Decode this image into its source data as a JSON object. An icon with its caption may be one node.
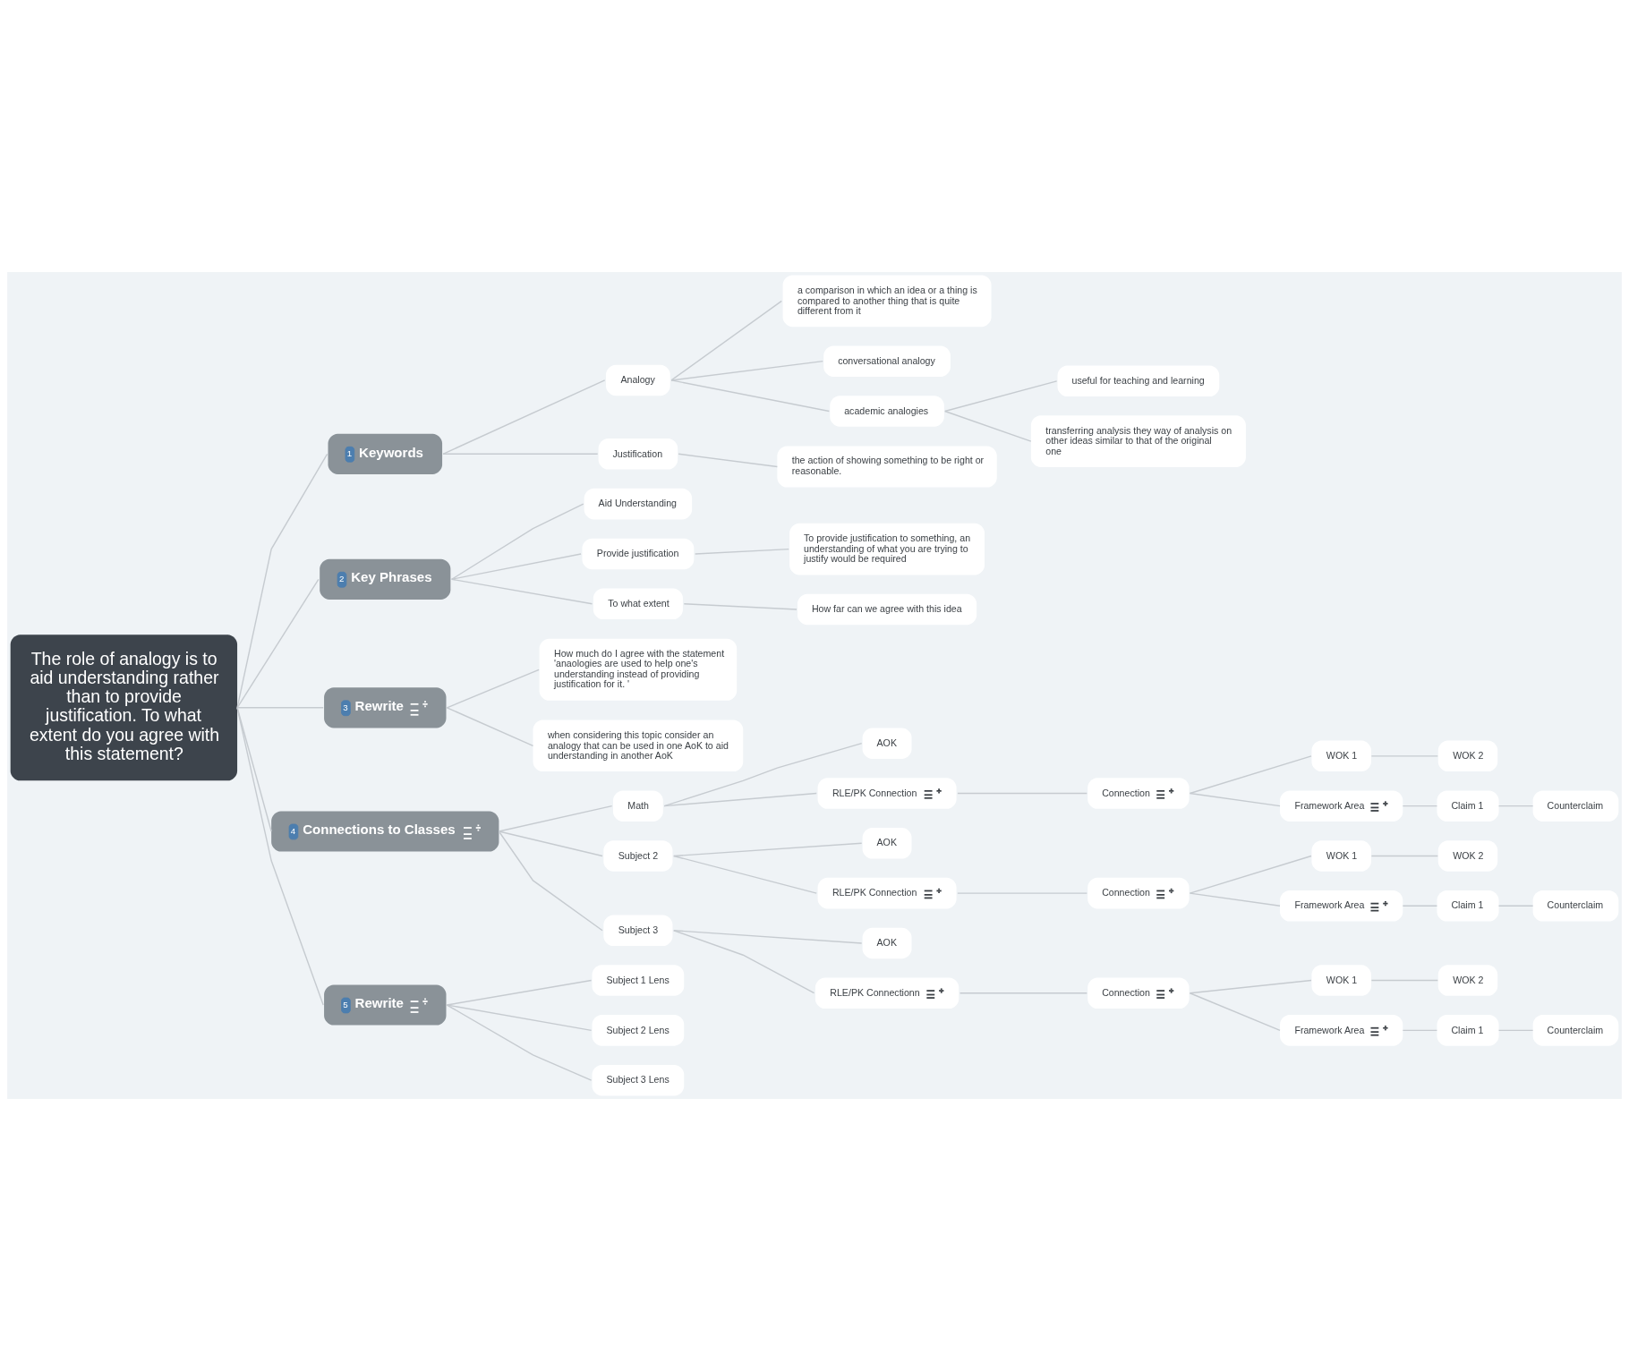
{
  "diagram": {
    "nodes": [
      {
        "text": [
          "The role of analogy is to aid understanding rather than to provide justification. To what extent do you agree with this statement?"
        ]
      },
      {
        "text": [
          "1",
          "Keywords"
        ]
      },
      {
        "text": [
          "Analogy"
        ]
      },
      {
        "text": [
          "a comparison in which an idea or a thing is compared to another thing that is quite different from it"
        ]
      },
      {
        "text": [
          "conversational analogy"
        ]
      },
      {
        "text": [
          "academic analogies"
        ]
      },
      {
        "text": [
          "useful for teaching and learning"
        ]
      },
      {
        "text": [
          "transferring analysis they way of analysis on other ideas similar to that of the original one"
        ]
      },
      {
        "text": [
          "Justification"
        ]
      },
      {
        "text": [
          "the action of showing something to be right or reasonable."
        ]
      },
      {
        "text": [
          "2",
          "Key Phrases"
        ]
      },
      {
        "text": [
          "Aid Understanding"
        ]
      },
      {
        "text": [
          "Provide justification"
        ]
      },
      {
        "text": [
          "To provide justification to something, an understanding of what you are trying to justify would be required"
        ]
      },
      {
        "text": [
          "To what extent"
        ]
      },
      {
        "text": [
          "How far can we agree with this idea"
        ]
      },
      {
        "text": [
          "3",
          "Rewrite"
        ]
      },
      {
        "text": [
          "How much do I agree with the statement 'anaologies are used to help one's understanding instead of providing justification for it. '"
        ]
      },
      {
        "text": [
          "when considering this topic consider an analogy that can be used in one AoK to aid understanding in another AoK"
        ]
      },
      {
        "text": [
          "4",
          "Connections to Classes"
        ]
      },
      {
        "text": [
          "Math"
        ]
      },
      {
        "text": [
          "AOK"
        ]
      },
      {
        "text": [
          "RLE/PK Connection"
        ]
      },
      {
        "text": [
          "Connection"
        ]
      },
      {
        "text": [
          "WOK 1"
        ]
      },
      {
        "text": [
          "WOK 2"
        ]
      },
      {
        "text": [
          "Framework Area"
        ]
      },
      {
        "text": [
          "Claim 1"
        ]
      },
      {
        "text": [
          "Counterclaim"
        ]
      },
      {
        "text": [
          "Subject 2"
        ]
      },
      {
        "text": [
          "AOK"
        ]
      },
      {
        "text": [
          "RLE/PK Connection"
        ]
      },
      {
        "text": [
          "Connection"
        ]
      },
      {
        "text": [
          "WOK 1"
        ]
      },
      {
        "text": [
          "WOK 2"
        ]
      },
      {
        "text": [
          "Framework Area"
        ]
      },
      {
        "text": [
          "Claim 1"
        ]
      },
      {
        "text": [
          "Counterclaim"
        ]
      },
      {
        "text": [
          "Subject 3"
        ]
      },
      {
        "text": [
          "AOK"
        ]
      },
      {
        "text": [
          "RLE/PK Connectionn"
        ]
      },
      {
        "text": [
          "Connection"
        ]
      },
      {
        "text": [
          "WOK 1"
        ]
      },
      {
        "text": [
          "WOK 2"
        ]
      },
      {
        "text": [
          "Framework Area"
        ]
      },
      {
        "text": [
          "Claim 1"
        ]
      },
      {
        "text": [
          "Counterclaim"
        ]
      },
      {
        "text": [
          "5",
          "Rewrite"
        ]
      },
      {
        "text": [
          "Subject 1 Lens"
        ]
      },
      {
        "text": [
          "Subject 2 Lens"
        ]
      },
      {
        "text": [
          "Subject 3 Lens"
        ]
      }
    ],
    "edges": [
      {
        "from": 0,
        "to": 1,
        "arrow": "none"
      },
      {
        "from": 1,
        "to": 2,
        "arrow": "none"
      },
      {
        "from": 2,
        "to": 3,
        "arrow": "none"
      },
      {
        "from": 2,
        "to": 4,
        "arrow": "none"
      },
      {
        "from": 2,
        "to": 5,
        "arrow": "none"
      },
      {
        "from": 5,
        "to": 6,
        "arrow": "none"
      },
      {
        "from": 5,
        "to": 7,
        "arrow": "none"
      },
      {
        "from": 1,
        "to": 8,
        "arrow": "none"
      },
      {
        "from": 8,
        "to": 9,
        "arrow": "none"
      },
      {
        "from": 0,
        "to": 10,
        "arrow": "none"
      },
      {
        "from": 10,
        "to": 11,
        "arrow": "none"
      },
      {
        "from": 10,
        "to": 12,
        "arrow": "none"
      },
      {
        "from": 12,
        "to": 13,
        "arrow": "none"
      },
      {
        "from": 10,
        "to": 14,
        "arrow": "none"
      },
      {
        "from": 14,
        "to": 15,
        "arrow": "none"
      },
      {
        "from": 0,
        "to": 16,
        "arrow": "none"
      },
      {
        "from": 16,
        "to": 17,
        "arrow": "none"
      },
      {
        "from": 16,
        "to": 18,
        "arrow": "none"
      },
      {
        "from": 0,
        "to": 19,
        "arrow": "none"
      },
      {
        "from": 19,
        "to": 20,
        "arrow": "none"
      },
      {
        "from": 20,
        "to": 21,
        "arrow": "none"
      },
      {
        "from": 20,
        "to": 22,
        "arrow": "none"
      },
      {
        "from": 22,
        "to": 23,
        "arrow": "none"
      },
      {
        "from": 23,
        "to": 24,
        "arrow": "none"
      },
      {
        "from": 24,
        "to": 25,
        "arrow": "none"
      },
      {
        "from": 23,
        "to": 26,
        "arrow": "none"
      },
      {
        "from": 26,
        "to": 27,
        "arrow": "none"
      },
      {
        "from": 27,
        "to": 28,
        "arrow": "none"
      },
      {
        "from": 19,
        "to": 29,
        "arrow": "none"
      },
      {
        "from": 29,
        "to": 30,
        "arrow": "none"
      },
      {
        "from": 29,
        "to": 31,
        "arrow": "none"
      },
      {
        "from": 31,
        "to": 32,
        "arrow": "none"
      },
      {
        "from": 32,
        "to": 33,
        "arrow": "none"
      },
      {
        "from": 33,
        "to": 34,
        "arrow": "none"
      },
      {
        "from": 32,
        "to": 35,
        "arrow": "none"
      },
      {
        "from": 35,
        "to": 36,
        "arrow": "none"
      },
      {
        "from": 36,
        "to": 37,
        "arrow": "none"
      },
      {
        "from": 19,
        "to": 38,
        "arrow": "none"
      },
      {
        "from": 38,
        "to": 39,
        "arrow": "none"
      },
      {
        "from": 38,
        "to": 40,
        "arrow": "none"
      },
      {
        "from": 40,
        "to": 41,
        "arrow": "none"
      },
      {
        "from": 41,
        "to": 42,
        "arrow": "none"
      },
      {
        "from": 42,
        "to": 43,
        "arrow": "none"
      },
      {
        "from": 41,
        "to": 44,
        "arrow": "none"
      },
      {
        "from": 44,
        "to": 45,
        "arrow": "none"
      },
      {
        "from": 45,
        "to": 46,
        "arrow": "none"
      },
      {
        "from": 0,
        "to": 47,
        "arrow": "none"
      },
      {
        "from": 47,
        "to": 48,
        "arrow": "none"
      },
      {
        "from": 47,
        "to": 49,
        "arrow": "none"
      },
      {
        "from": 47,
        "to": 50,
        "arrow": "none"
      }
    ]
  }
}
